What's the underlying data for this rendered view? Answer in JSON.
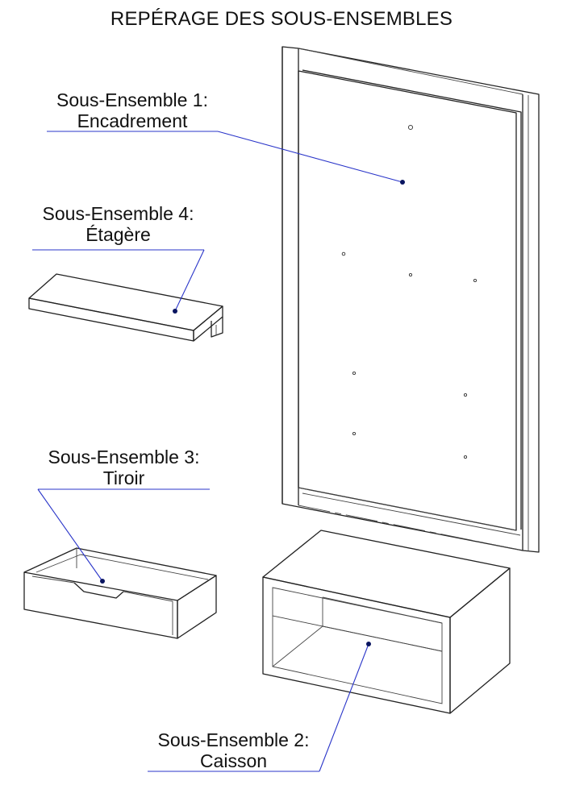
{
  "title": "REPÉRAGE DES SOUS-ENSEMBLES",
  "subassemblies": [
    {
      "number": "Sous-Ensemble 1:",
      "name": "Encadrement"
    },
    {
      "number": "Sous-Ensemble 4:",
      "name": "Étagère"
    },
    {
      "number": "Sous-Ensemble 3:",
      "name": "Tiroir"
    },
    {
      "number": "Sous-Ensemble 2:",
      "name": "Caisson"
    }
  ],
  "colors": {
    "leader": "#2a35c9",
    "marker": "#0a1560",
    "line": "#222222"
  }
}
